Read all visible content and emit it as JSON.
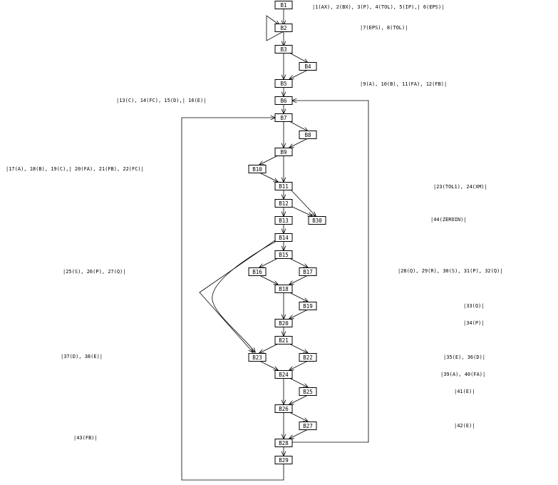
{
  "blocks": [
    "B1",
    "B2",
    "B3",
    "B4",
    "B5",
    "B6",
    "B7",
    "B8",
    "B9",
    "B10",
    "B11",
    "B12",
    "B13",
    "B14",
    "B15",
    "B16",
    "B17",
    "B18",
    "B19",
    "B20",
    "B21",
    "B22",
    "B23",
    "B24",
    "B25",
    "B26",
    "B27",
    "B28",
    "B29",
    "B30"
  ],
  "annotations": [
    "|1(AX), 2(BX), 3(P), 4(TOL), 5(IP),| 6(EPS)|",
    "|7(EPS), 8(TOL)|",
    "|9(A), 10(B), 11(FA), 12(FB)|",
    "|13(C), 14(FC), 15(D),| 16(E)|",
    "|17(A), 18(B), 19(C),| 20(FA), 21(FB), 22(FC)|",
    "|23(TOL1), 24(XM)|",
    "|44(ZEROIN)|",
    "|25(S), 26(P), 27(Q)|",
    "|28(Q), 29(R), 30(S), 31(P), 32(Q)|",
    "|33(Q)|",
    "|34(P)|",
    "|37(D), 38(E)|",
    "|35(E), 36(D)|",
    "|39(A), 40(FA)|",
    "|41(E)|",
    "|42(E)|",
    "|43(FB)|"
  ]
}
